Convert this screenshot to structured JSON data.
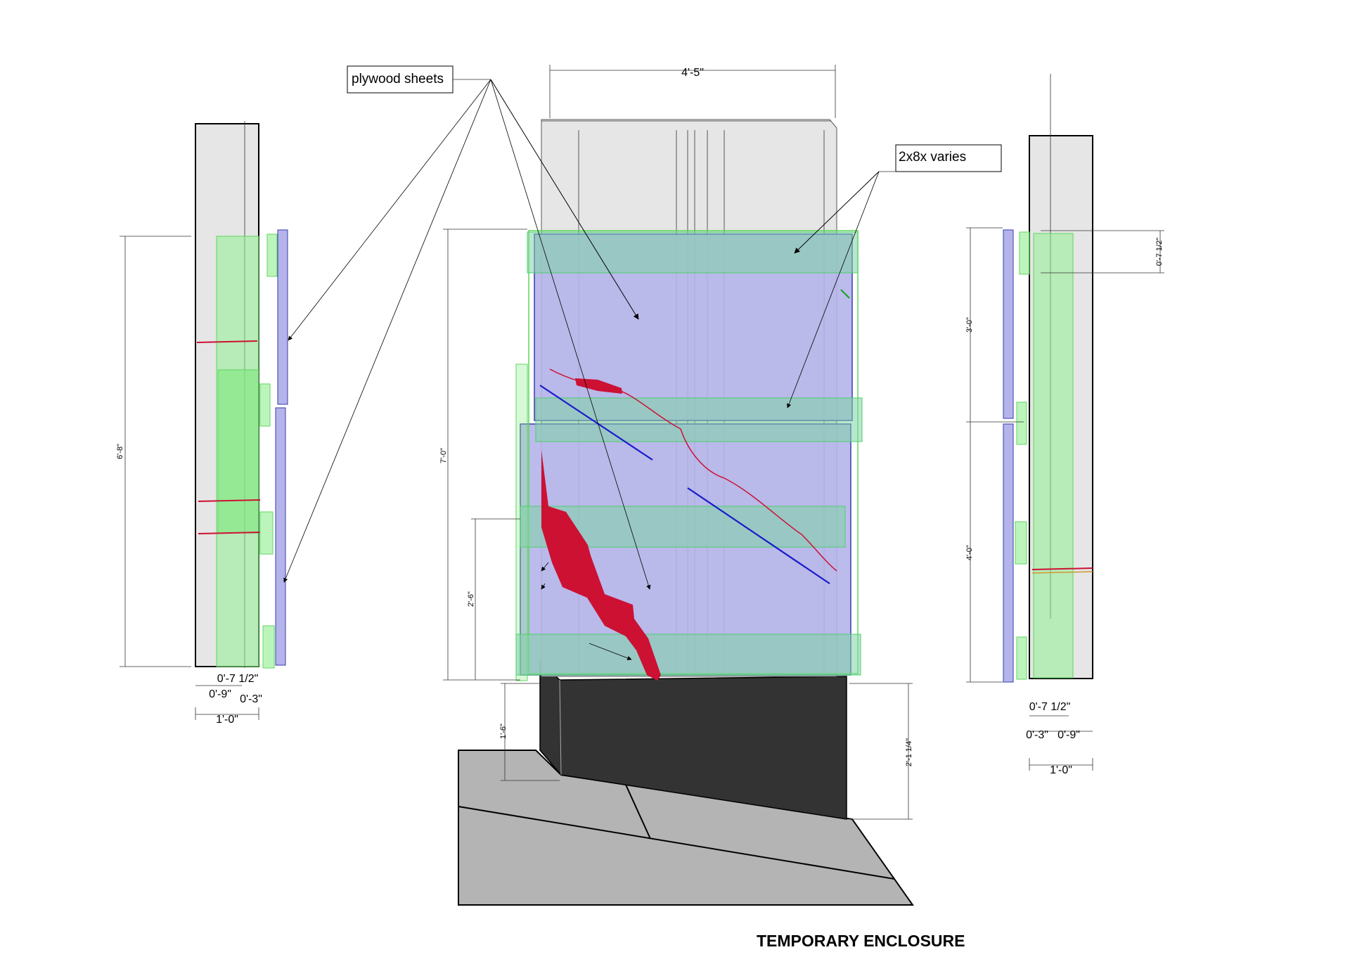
{
  "title": "TEMPORARY ENCLOSURE",
  "callouts": {
    "plywood": "plywood sheets",
    "lumber": "2x8x varies"
  },
  "dimensions": {
    "center_top_width": "4'-5\"",
    "center_overall_height": "7'-0\"",
    "center_lower_height": "2'-6\"",
    "base_step": "1'-6\"",
    "base_height": "2'-1 1/4\"",
    "left_overall_height": "6'-8\"",
    "left_a": "0'-7 1/2\"",
    "left_b": "0'-9\"",
    "left_c": "0'-3\"",
    "left_total": "1'-0\"",
    "right_top": "0'-7 1/2\"",
    "right_upper": "3'-0\"",
    "right_lower": "4'-0\"",
    "right_a": "0'-7 1/2\"",
    "right_b": "0'-3\"",
    "right_c": "0'-9\"",
    "right_total": "1'-0\""
  },
  "colors": {
    "plywood": "#b4b4ea",
    "lumber": "#90ee90",
    "overlap": "#8fb8c4",
    "damage": "#cc1133",
    "base": "#333333",
    "ground": "#b4b4b4",
    "wall": "#e6e6e6"
  }
}
